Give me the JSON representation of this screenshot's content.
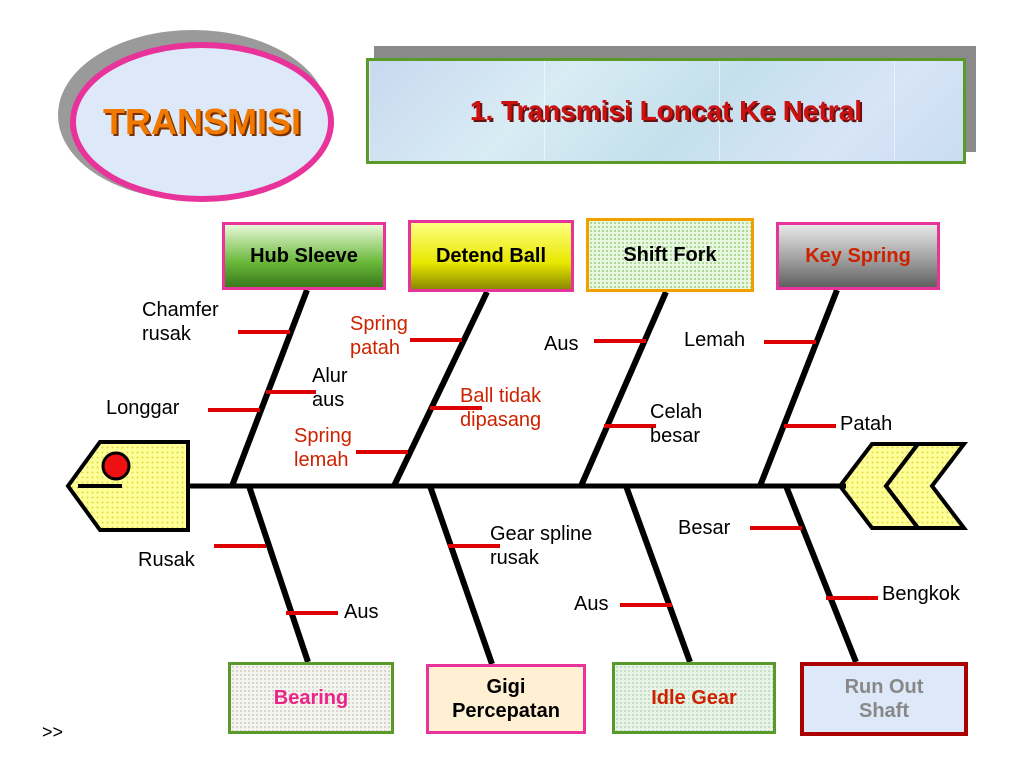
{
  "header": {
    "section_label": "TRANSMISI",
    "title": "1. Transmisi Loncat Ke Netral"
  },
  "categories": {
    "top": [
      "Hub Sleeve",
      "Detend Ball",
      "Shift Fork",
      "Key Spring"
    ],
    "bottom": [
      "Bearing",
      "Gigi Percepatan",
      "Idle Gear",
      "Run Out Shaft"
    ]
  },
  "causes": {
    "hub_sleeve": [
      "Chamfer rusak",
      "Longgar",
      "Alur aus"
    ],
    "detend_ball": [
      "Spring patah",
      "Ball tidak dipasang",
      "Spring lemah"
    ],
    "shift_fork": [
      "Aus",
      "Celah besar"
    ],
    "key_spring": [
      "Lemah",
      "Patah"
    ],
    "bearing": [
      "Rusak",
      "Aus"
    ],
    "gigi_percepatan": [
      "Gear spline rusak"
    ],
    "idle_gear": [
      "Besar",
      "Aus"
    ],
    "run_out_shaft": [
      "Bengkok"
    ]
  },
  "nav": {
    "next": ">>"
  },
  "colors": {
    "spine": "#000000",
    "tick": "#dd0000",
    "head_fill": "#ffff99",
    "oval_border": "#e8339a",
    "title_text": "#cc1111"
  }
}
